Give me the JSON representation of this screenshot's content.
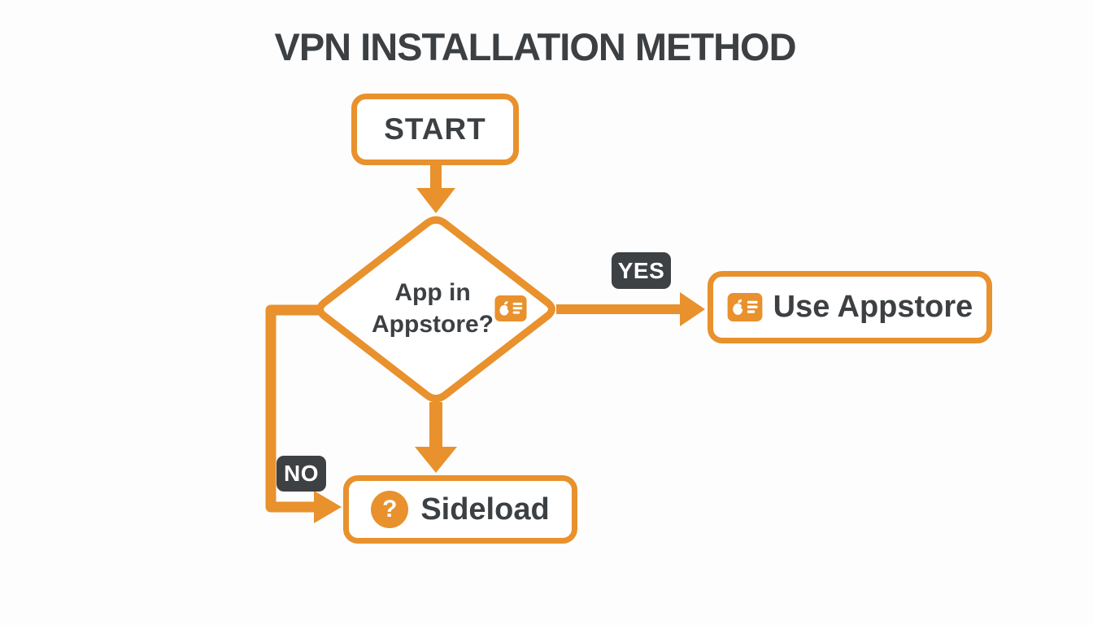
{
  "title": "VPN INSTALLATION METHOD",
  "colors": {
    "accent_orange": "#E8912D",
    "dark_gray": "#3C4043",
    "node_background": "#FFFFFF",
    "badge_text": "#FFFFFF"
  },
  "nodes": {
    "start": {
      "label": "START",
      "type": "start"
    },
    "decision": {
      "line1": "App in",
      "line2": "Appstore?",
      "type": "decision",
      "icon": "appstore-badge-icon"
    },
    "use_appstore": {
      "label": "Use Appstore",
      "type": "result",
      "icon": "appstore-badge-icon"
    },
    "sideload": {
      "label": "Sideload",
      "type": "result",
      "icon": "question-mark-icon",
      "icon_glyph": "?"
    }
  },
  "edges": {
    "start_to_decision": {
      "from": "start",
      "to": "decision",
      "label": ""
    },
    "decision_yes": {
      "from": "decision",
      "to": "use_appstore",
      "label": "YES"
    },
    "decision_no": {
      "from": "decision",
      "to": "sideload",
      "label": "NO"
    },
    "decision_down": {
      "from": "decision",
      "to": "sideload",
      "label": ""
    }
  }
}
